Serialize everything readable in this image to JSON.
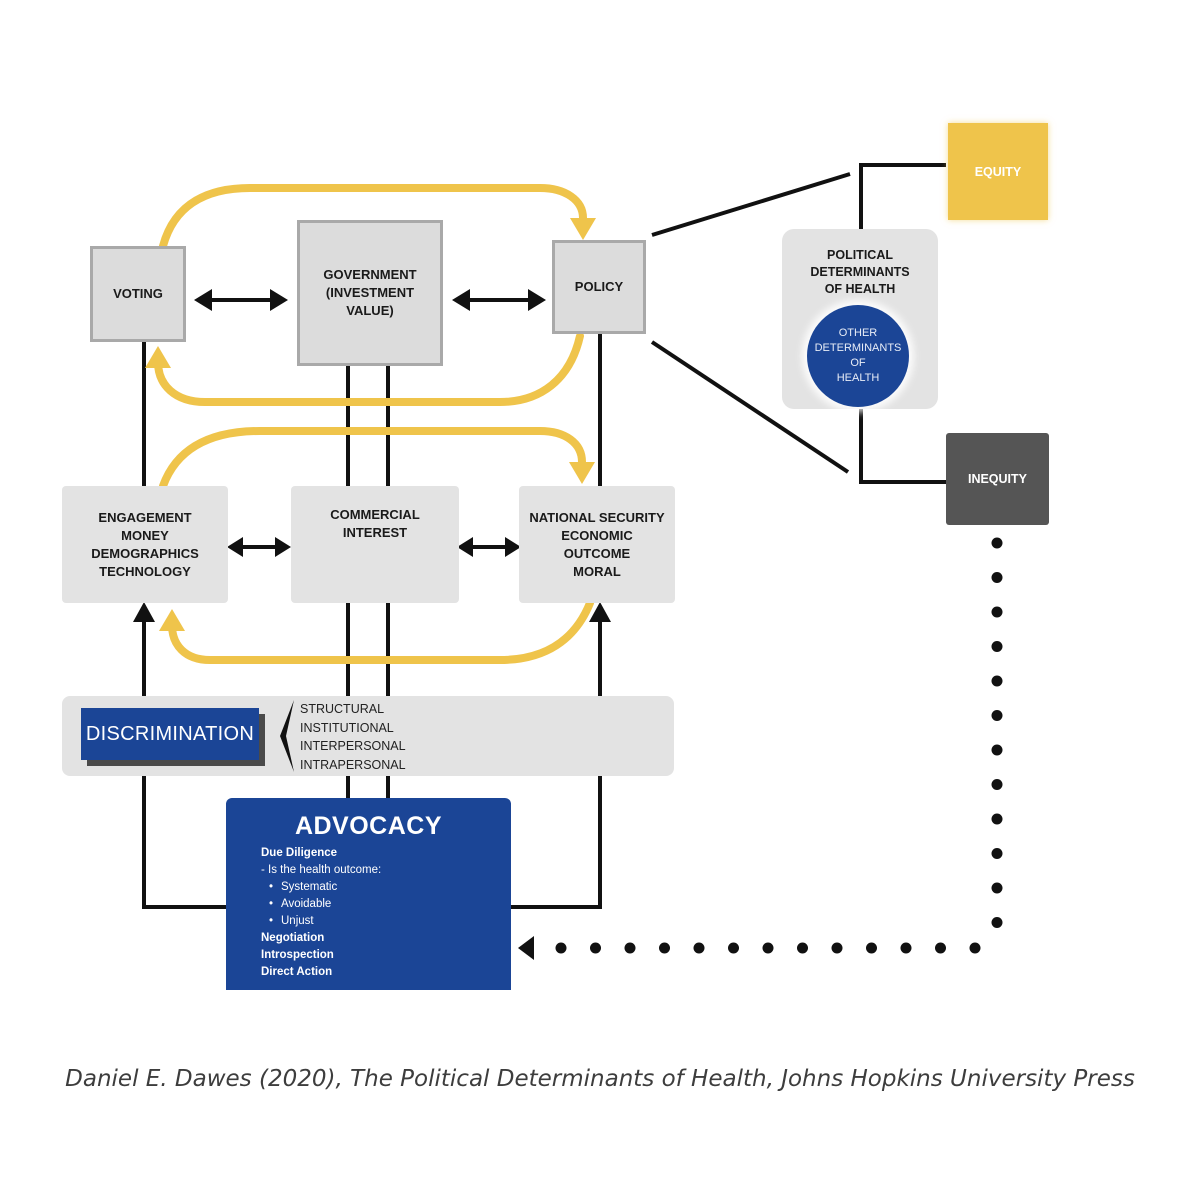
{
  "diagram": {
    "nodes": {
      "voting": "VOTING",
      "government": "GOVERNMENT\n(INVESTMENT\nVALUE)",
      "policy": "POLICY",
      "engagement": "ENGAGEMENT\nMONEY\nDEMOGRAPHICS\nTECHNOLOGY",
      "commercial": "COMMERCIAL\nINTEREST",
      "national_security": "NATIONAL SECURITY\nECONOMIC\nOUTCOME\nMORAL"
    },
    "pdoh": {
      "title": "POLITICAL\nDETERMINANTS\nOF HEALTH",
      "other": "OTHER\nDETERMINANTS\nOF\nHEALTH"
    },
    "equity": "EQUITY",
    "inequity": "INEQUITY",
    "discrimination": {
      "label": "DISCRIMINATION",
      "types": [
        "STRUCTURAL",
        "INSTITUTIONAL",
        "INTERPERSONAL",
        "INTRAPERSONAL"
      ]
    },
    "advocacy": {
      "title": "ADVOCACY",
      "due_diligence": "Due Diligence",
      "question": "- Is the health outcome:",
      "criteria": [
        "Systematic",
        "Avoidable",
        "Unjust"
      ],
      "negotiation": "Negotiation",
      "introspection": "Introspection",
      "direct_action": "Direct Action"
    },
    "colors": {
      "gold": "#efc44b",
      "blue": "#1b4596",
      "dark_gray": "#555555",
      "light_gray": "#e3e3e3"
    }
  },
  "caption": "Daniel E. Dawes (2020), The Political Determinants of Health, Johns Hopkins University Press"
}
